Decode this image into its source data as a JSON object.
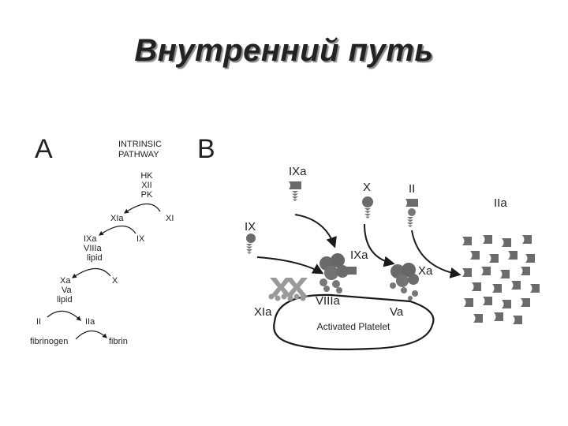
{
  "title": "Внутренний путь",
  "panel_a": {
    "letter": "A",
    "heading": [
      "INTRINSIC",
      "PATHWAY"
    ],
    "contact_factors": [
      "HK",
      "XII",
      "PK"
    ],
    "step1": {
      "from": "XI",
      "to": "XIa"
    },
    "step2": {
      "from": "IX",
      "to": "IXa"
    },
    "complex1": [
      "VIIIa",
      "lipid"
    ],
    "step3": {
      "from": "X",
      "to": "Xa"
    },
    "complex2": [
      "Va",
      "lipid"
    ],
    "step4": {
      "from": "II",
      "to": "IIa"
    },
    "step5": {
      "from": "fibrinogen",
      "to": "fibrin"
    }
  },
  "panel_b": {
    "letter": "B",
    "labels": {
      "ixa_top": "IXa",
      "x_top": "X",
      "ii_top": "II",
      "iia": "IIa",
      "ix_left": "IX",
      "ixa_mid": "IXa",
      "xa_mid": "Xa",
      "xia": "XIa",
      "viiia": "VIIIa",
      "va": "Va",
      "platelet": "Activated Platelet"
    }
  },
  "colors": {
    "molecule": "#6b6b6b",
    "molecule_light": "#9a9a9a",
    "arrow": "#1a1a1a"
  }
}
